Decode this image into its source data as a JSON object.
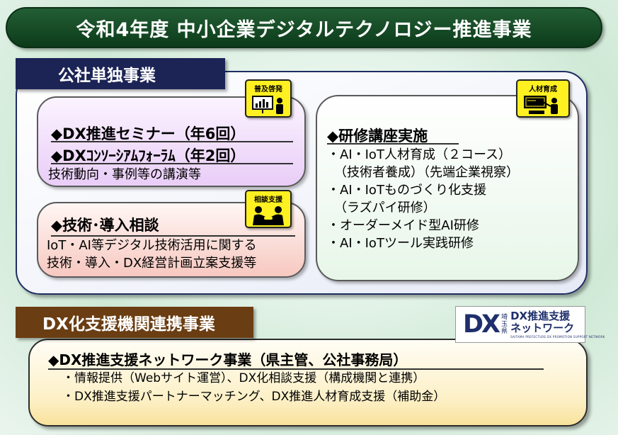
{
  "title": "令和4年度 中小企業デジタルテクノロジー推進事業",
  "section1": {
    "label": "公社単独事業",
    "seminar": {
      "tag": "普及啓発",
      "head1": "◆DX推進セミナー（年6回）",
      "head2": "◆DXｺﾝｿｰｼｱﾑﾌｫｰﾗﾑ（年2回）",
      "text": "技術動向・事例等の講演等"
    },
    "consult": {
      "tag": "相談支援",
      "head": "◆技術･導入相談",
      "lines": [
        "IoT・AI等デジタル技術活用に関する",
        "技術・導入・DX経営計画立案支援等"
      ]
    },
    "training": {
      "tag": "人材育成",
      "head": "◆研修講座実施",
      "lines": [
        "・AI・IoT人材育成（２コース）",
        "（技術者養成）（先端企業視察）",
        "・AI・IoTものづくり化支援",
        "（ラズパイ研修）",
        "・オーダーメイド型AI研修",
        "・AI・IoTツール実践研修"
      ]
    }
  },
  "section2": {
    "label": "DX化支援機関連携事業",
    "head": "◆DX推進支援ネットワーク事業（県主管、公社事務局）",
    "lines": [
      "・情報提供（Webサイト運営）、DX化相談支援（構成機関と連携）",
      "・DX推進支援パートナーマッチング、DX推進人材育成支援（補助金）"
    ],
    "logo": {
      "mark": "DX",
      "pref": "埼玉県",
      "line1": "DX推進支援",
      "line2": "ネットワーク",
      "line3": "SAITAMA PREFECTURE DX PROMOTION SUPPORT NETWORK"
    }
  },
  "colors": {
    "banner": "#1a4a2a",
    "label1": "#1c2456",
    "label2": "#6b3d12",
    "tag": "#fff021",
    "purple": "#e9cdf7",
    "pink": "#f7c8c0",
    "green": "#e8f6e9",
    "yellow": "#fdf0c6"
  },
  "icons": [
    "presentation-icon",
    "handshake-icon",
    "teaching-icon"
  ]
}
